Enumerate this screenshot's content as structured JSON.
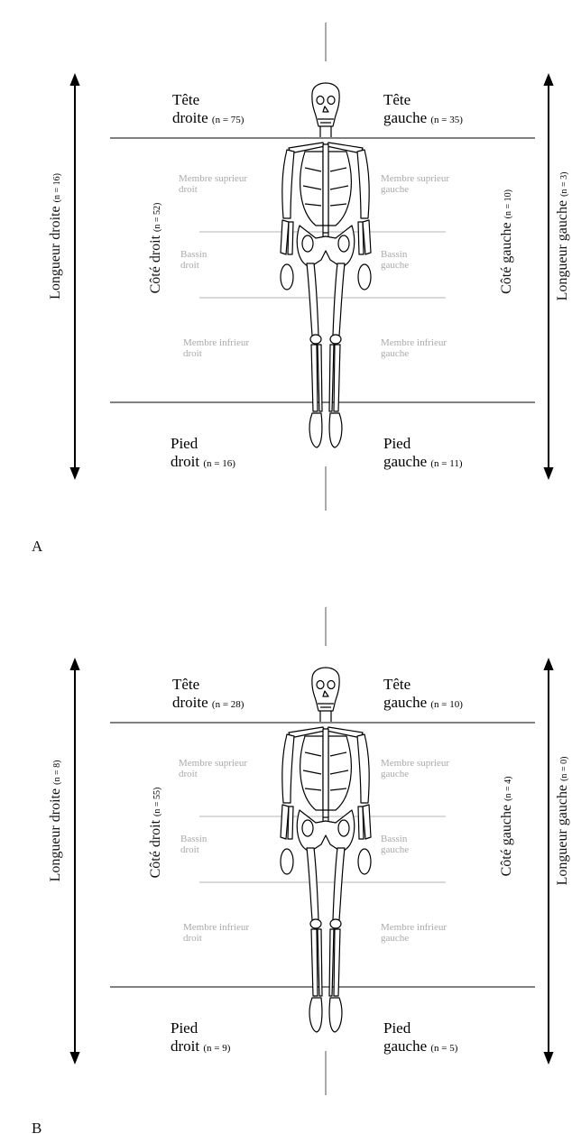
{
  "colors": {
    "ink": "#000000",
    "grey_text": "#a9a9a9",
    "guide_line": "#b0b0b0"
  },
  "panels": [
    {
      "letter": "A",
      "tete_droite": {
        "l1": "Tête",
        "l2": "droite",
        "n": "(n = 75)"
      },
      "tete_gauche": {
        "l1": "Tête",
        "l2": "gauche",
        "n": "(n = 35)"
      },
      "pied_droit": {
        "l1": "Pied",
        "l2": "droit",
        "n": "(n = 16)"
      },
      "pied_gauche": {
        "l1": "Pied",
        "l2": "gauche",
        "n": "(n = 11)"
      },
      "longueur_droite": {
        "label": "Longueur droite",
        "n": "(n = 16)"
      },
      "longueur_gauche": {
        "label": "Longueur gauche",
        "n": "(n = 3)"
      },
      "cote_droit": {
        "label": "Côté droit",
        "n": "(n = 52)"
      },
      "cote_gauche": {
        "label": "Côté gauche",
        "n": "(n = 10)"
      },
      "membre_sup_droit": {
        "l1": "Membre suprieur",
        "l2": "droit"
      },
      "membre_sup_gauche": {
        "l1": "Membre suprieur",
        "l2": "gauche"
      },
      "bassin_droit": {
        "l1": "Bassin",
        "l2": "droit"
      },
      "bassin_gauche": {
        "l1": "Bassin",
        "l2": "gauche"
      },
      "membre_inf_droit": {
        "l1": "Membre infrieur",
        "l2": "droit"
      },
      "membre_inf_gauche": {
        "l1": "Membre infrieur",
        "l2": "gauche"
      }
    },
    {
      "letter": "B",
      "tete_droite": {
        "l1": "Tête",
        "l2": "droite",
        "n": "(n = 28)"
      },
      "tete_gauche": {
        "l1": "Tête",
        "l2": "gauche",
        "n": "(n = 10)"
      },
      "pied_droit": {
        "l1": "Pied",
        "l2": "droit",
        "n": "(n = 9)"
      },
      "pied_gauche": {
        "l1": "Pied",
        "l2": "gauche",
        "n": "(n = 5)"
      },
      "longueur_droite": {
        "label": "Longueur droite",
        "n": "(n = 8)"
      },
      "longueur_gauche": {
        "label": "Longueur gauche",
        "n": "(n = 0)"
      },
      "cote_droit": {
        "label": "Côté droit",
        "n": "(n = 55)"
      },
      "cote_gauche": {
        "label": "Côté gauche",
        "n": "(n = 4)"
      },
      "membre_sup_droit": {
        "l1": "Membre suprieur",
        "l2": "droit"
      },
      "membre_sup_gauche": {
        "l1": "Membre suprieur",
        "l2": "gauche"
      },
      "bassin_droit": {
        "l1": "Bassin",
        "l2": "droit"
      },
      "bassin_gauche": {
        "l1": "Bassin",
        "l2": "gauche"
      },
      "membre_inf_droit": {
        "l1": "Membre infrieur",
        "l2": "droit"
      },
      "membre_inf_gauche": {
        "l1": "Membre infrieur",
        "l2": "gauche"
      }
    }
  ]
}
